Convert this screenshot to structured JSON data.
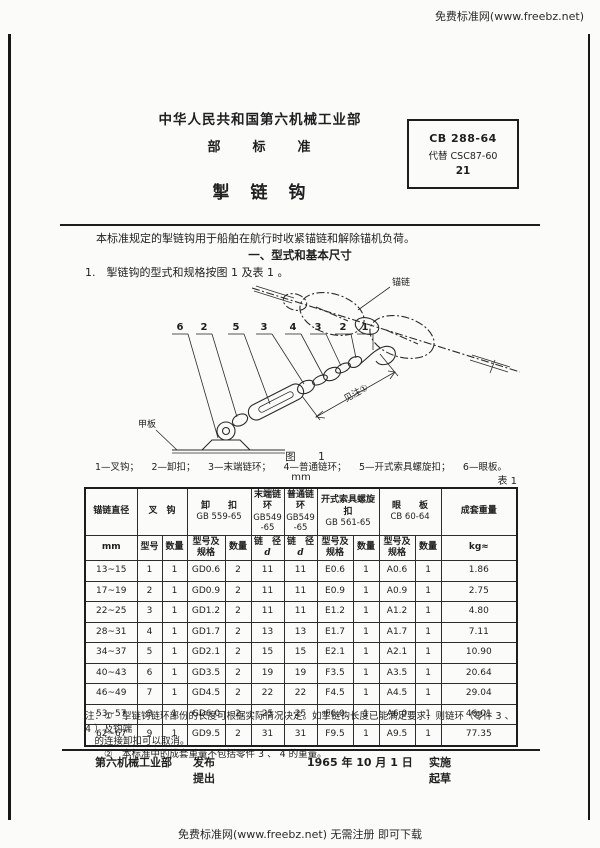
{
  "watermark": {
    "top": "免费标准网(www.freebz.net)",
    "bottom": "免费标准网(www.freebz.net) 无需注册 即可下载"
  },
  "header": {
    "ministry": "中华人民共和国第六机械工业部",
    "doc_type": "部　　标　　准",
    "title": "掣　链　钩",
    "stamp": {
      "code": "CB 288-64",
      "replaces": "代替 CSC87-60",
      "page": "21"
    }
  },
  "intro": "本标准规定的掣链钩用于船舶在航行时收紧锚链和解除锚机负荷。",
  "section1": {
    "heading": "一、型式和基本尺寸",
    "item1": "1.　掣链钩的型式和规格按图 1 及表 1 。"
  },
  "figure": {
    "callouts": [
      "6",
      "2",
      "5",
      "3",
      "4",
      "3",
      "2",
      "1"
    ],
    "label_anchor_chain": "锚链",
    "label_deck": "甲板",
    "label_dim": "见注①",
    "caption": "图　1",
    "parts": [
      "1—叉钩；",
      "2—卸扣；",
      "3—末端链环；",
      "4—普通链环；",
      "5—开式索具螺旋扣；",
      "6—眼板。"
    ]
  },
  "table": {
    "unit": "mm",
    "label": "表 1",
    "groups": {
      "diameter": {
        "title": "锚链直径",
        "unit": "mm"
      },
      "fork_hook": {
        "title": "叉　钩",
        "sub1": "型号",
        "sub2": "数量"
      },
      "shackle": {
        "title": "卸　　扣",
        "std": "GB 559-65",
        "sub1": "型号及规格",
        "sub2": "数量"
      },
      "end_link": {
        "title": "末端链环",
        "std": "GB549-65",
        "dim_label": "链　径",
        "dim_symbol": "d"
      },
      "common_link": {
        "title": "普通链环",
        "std": "GB549-65",
        "dim_label": "链　径",
        "dim_symbol": "d"
      },
      "turnbuckle": {
        "title": "开式索具螺旋扣",
        "std": "GB 561-65",
        "sub1": "型号及规格",
        "sub2": "数量"
      },
      "eye_plate": {
        "title": "眼　　板",
        "std": "CB 60-64",
        "sub1": "型号及规格",
        "sub2": "数量"
      },
      "weight": {
        "title": "成套重量",
        "unit": "kg≈"
      }
    },
    "rows": [
      [
        "13~15",
        "1",
        "1",
        "GD0.6",
        "2",
        "11",
        "11",
        "E0.6",
        "1",
        "A0.6",
        "1",
        "1.86"
      ],
      [
        "17~19",
        "2",
        "1",
        "GD0.9",
        "2",
        "11",
        "11",
        "E0.9",
        "1",
        "A0.9",
        "1",
        "2.75"
      ],
      [
        "22~25",
        "3",
        "1",
        "GD1.2",
        "2",
        "11",
        "11",
        "E1.2",
        "1",
        "A1.2",
        "1",
        "4.80"
      ],
      [
        "28~31",
        "4",
        "1",
        "GD1.7",
        "2",
        "13",
        "13",
        "E1.7",
        "1",
        "A1.7",
        "1",
        "7.11"
      ],
      [
        "34~37",
        "5",
        "1",
        "GD2.1",
        "2",
        "15",
        "15",
        "E2.1",
        "1",
        "A2.1",
        "1",
        "10.90"
      ],
      [
        "40~43",
        "6",
        "1",
        "GD3.5",
        "2",
        "19",
        "19",
        "F3.5",
        "1",
        "A3.5",
        "1",
        "20.64"
      ],
      [
        "46~49",
        "7",
        "1",
        "GD4.5",
        "2",
        "22",
        "22",
        "F4.5",
        "1",
        "A4.5",
        "1",
        "29.04"
      ],
      [
        "53~57",
        "8",
        "1",
        "GD6.0",
        "2",
        "25",
        "25",
        "F6.0",
        "1",
        "A6.0",
        "1",
        "46.01"
      ],
      [
        "62~67",
        "9",
        "1",
        "GD9.5",
        "2",
        "31",
        "31",
        "F9.5",
        "1",
        "A9.5",
        "1",
        "77.35"
      ]
    ]
  },
  "notes": {
    "line1": "注：①　掣链钩链环部份的长度可根据实际情况决定。如掣链钩长度已能满足要求，则链环（零件 3 、 4 ）及钩端",
    "line2": "的连接卸扣可以取消。",
    "line3": "②　本标准中的成套重量不包括零件 3 、 4 的重量。"
  },
  "footer": {
    "issuer": "第六机械工业部",
    "issue_verb": "发布",
    "propose": "提出",
    "date": "1965 年 10 月 1 日",
    "implement": "实施",
    "draft": "起草"
  }
}
